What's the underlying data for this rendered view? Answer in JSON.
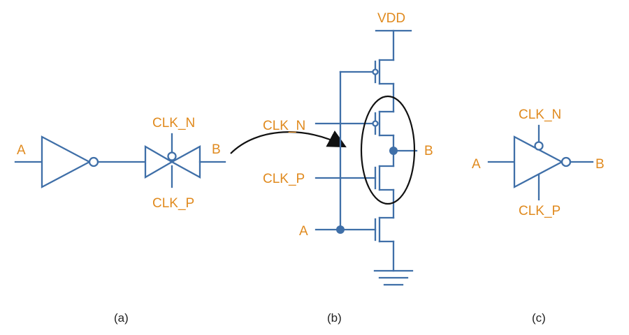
{
  "panel_a": {
    "label_in": "A",
    "label_out": "B",
    "label_top": "CLK_N",
    "label_bottom": "CLK_P",
    "caption": "(a)"
  },
  "panel_b": {
    "label_vdd": "VDD",
    "label_clkn": "CLK_N",
    "label_clkp": "CLK_P",
    "label_in": "A",
    "label_out": "B",
    "caption": "(b)"
  },
  "panel_c": {
    "label_in": "A",
    "label_out": "B",
    "label_top": "CLK_N",
    "label_bottom": "CLK_P",
    "caption": "(c)"
  },
  "colors": {
    "wire": "#3f6fa8",
    "label": "#e08a1e",
    "caption": "#222222"
  }
}
